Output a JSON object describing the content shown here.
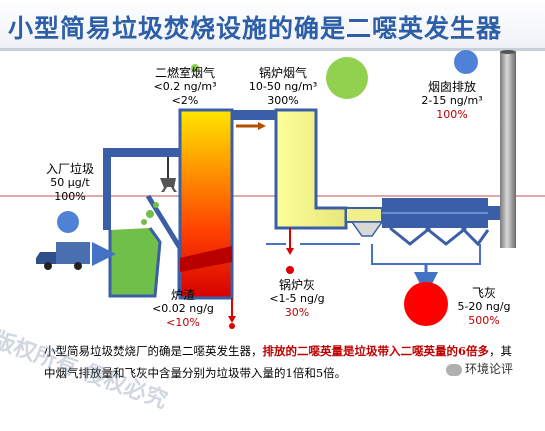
{
  "title": "小型简易垃圾焚烧设施的确是二噁英发生器",
  "labels": {
    "waste_in": {
      "name": "入厂垃圾",
      "value": "50 μg/t",
      "percent": "100%"
    },
    "secondary_chamber": {
      "name": "二燃室烟气",
      "value": "<0.2 ng/m³",
      "percent": "<2%"
    },
    "boiler_gas": {
      "name": "锅炉烟气",
      "value": "10-50 ng/m³",
      "percent": "300%"
    },
    "stack": {
      "name": "烟囱排放",
      "value": "2-15 ng/m³",
      "percent": "100%"
    },
    "slag": {
      "name": "炉渣",
      "value": "<0.02 ng/g",
      "percent": "<10%"
    },
    "boiler_ash": {
      "name": "锅炉灰",
      "value": "<1-5 ng/g",
      "percent": "30%"
    },
    "fly_ash": {
      "name": "飞灰",
      "value": "5-20 ng/g",
      "percent": "500%"
    }
  },
  "caption": {
    "part1": "小型简易垃圾焚烧厂的确是二噁英发生器，",
    "part2_red": "排放的二噁英量是垃圾带入二噁英量的6倍多",
    "part3": "，其中烟气排放量和飞灰中含量分别为垃圾带入量的1倍和5倍。"
  },
  "watermark": "版权所有 侵权必究",
  "source": "环境论评",
  "colors": {
    "title": "#2c5fa8",
    "pipe": "#4472c4",
    "boiler": "#f0f08a",
    "red_circle": "#ff0000",
    "green_circle": "#92d050",
    "blue_circle": "#4f81d6",
    "highlight": "#c00000"
  }
}
